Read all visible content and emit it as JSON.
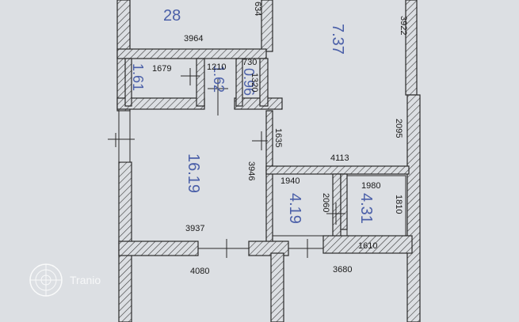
{
  "watermark": {
    "brand": "Tranio"
  },
  "rooms": [
    {
      "id": "room-top-left",
      "area": "28"
    },
    {
      "id": "room-top-right",
      "area": "7.37"
    },
    {
      "id": "room-small-a",
      "area": "1.61"
    },
    {
      "id": "room-small-b",
      "area": "1.62"
    },
    {
      "id": "room-small-c",
      "area": "0.96"
    },
    {
      "id": "room-main",
      "area": "16.19"
    },
    {
      "id": "room-mid-a",
      "area": "4.19"
    },
    {
      "id": "room-mid-b",
      "area": "4.31"
    }
  ],
  "dimensions": {
    "d634": "634",
    "d3922": "3922",
    "d3964": "3964",
    "d1679": "1679",
    "d1210": "1210",
    "d730": "730",
    "d1320": "1320",
    "d2095": "2095",
    "d1635": "1635",
    "d4113": "4113",
    "d3946": "3946",
    "d1940": "1940",
    "d1980": "1980",
    "d2060": "2060",
    "d1810": "1810",
    "d3937": "3937",
    "d1610": "1610",
    "d4080": "4080",
    "d3680": "3680"
  }
}
